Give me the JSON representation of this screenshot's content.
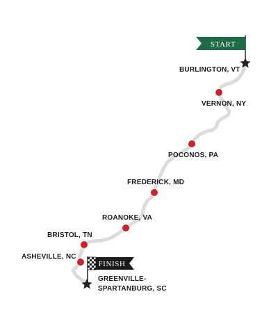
{
  "colors": {
    "route": "#dcdcdc",
    "stop_marker": "#c8242b",
    "start_flag": "#1e6b47",
    "finish_flag": "#1a1a1a",
    "star": "#222222",
    "text": "#1a1a1a"
  },
  "flags": {
    "start": "START",
    "finish": "FINISH"
  },
  "stops": [
    {
      "label": "BURLINGTON, VT",
      "marker": "star"
    },
    {
      "label": "VERNON, NY",
      "marker": "dot"
    },
    {
      "label": "POCONOS, PA",
      "marker": "dot"
    },
    {
      "label": "FREDERICK, MD",
      "marker": "dot"
    },
    {
      "label": "ROANOKE, VA",
      "marker": "dot"
    },
    {
      "label": "BRISTOL, TN",
      "marker": "dot"
    },
    {
      "label": "ASHEVILLE, NC",
      "marker": "dot"
    },
    {
      "label_lines": [
        "GREENVILLE-",
        "SPARTANBURG, SC"
      ],
      "marker": "star"
    }
  ]
}
